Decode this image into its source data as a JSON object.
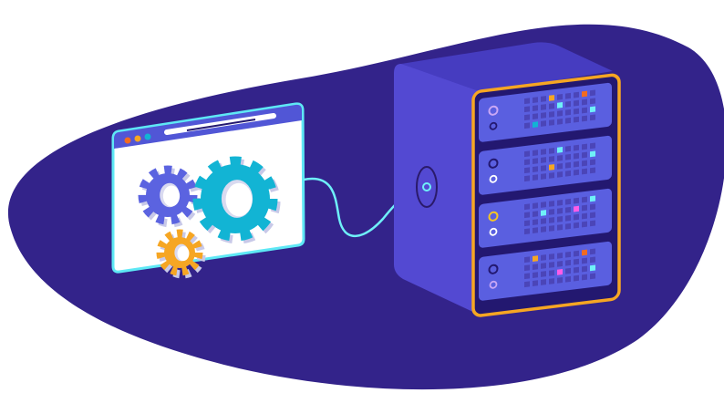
{
  "illustration": {
    "colors": {
      "blob": "#33238a",
      "window_body": "#ffffff",
      "window_bar": "#5156d6",
      "window_outline": "#5ee8f5",
      "gear_blue": "#5b63e0",
      "gear_cyan": "#12b4d4",
      "gear_orange": "#f6a623",
      "server_side": "#5349d2",
      "server_top": "#463cc0",
      "server_front_bg": "#231870",
      "server_outline": "#f6a623",
      "server_unit": "#5a5fe0",
      "led_off": "#4b45b8",
      "cable": "#6ff0f8"
    },
    "icons": [
      "browser-window",
      "gear",
      "server-rack",
      "cable"
    ],
    "server_leds": [
      [
        [
          3,
          0,
          "#f6a623"
        ],
        [
          7,
          0,
          "#f26b21"
        ],
        [
          4,
          1,
          "#6ff0f8"
        ],
        [
          8,
          2,
          "#6ff0f8"
        ],
        [
          1,
          3,
          "#12b4d4"
        ]
      ],
      [
        [
          4,
          0,
          "#6ff0f8"
        ],
        [
          8,
          1,
          "#6ff0f8"
        ],
        [
          3,
          2,
          "#f6a623"
        ]
      ],
      [
        [
          8,
          0,
          "#6ff0f8"
        ],
        [
          6,
          1,
          "#ff5ce8"
        ],
        [
          2,
          1,
          "#6ff0f8"
        ]
      ],
      [
        [
          7,
          0,
          "#f26b21"
        ],
        [
          1,
          0,
          "#f6a623"
        ],
        [
          8,
          2,
          "#6ff0f8"
        ],
        [
          4,
          2,
          "#ff5ce8"
        ]
      ]
    ],
    "server_buttons": [
      [
        "#c9a7f5",
        "#231870"
      ],
      [
        "#231870",
        "#ffffff"
      ],
      [
        "#f6c623",
        "#ffffff"
      ],
      [
        "#231870",
        "#c9a7f5"
      ]
    ]
  }
}
